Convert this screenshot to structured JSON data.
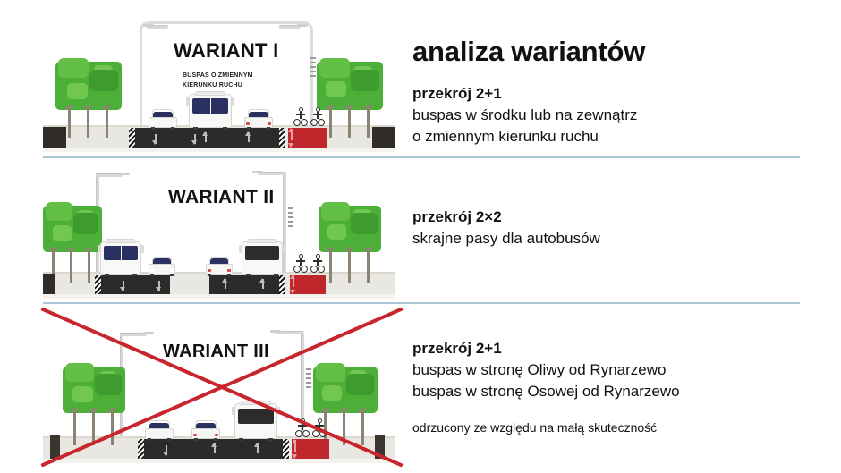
{
  "header": {
    "title": "analiza wariantów"
  },
  "divider_color": "#a9c4d2",
  "cross_color": "#c9252c",
  "variants": [
    {
      "label": "WARIANT I",
      "sub_line_1": "BUSPAS O ZMIENNYM",
      "sub_line_2": "KIERUNKU RUCHU",
      "heading": "przekrój 2+1",
      "lines": [
        "buspas w środku lub na zewnątrz",
        "o zmiennym kierunku ruchu"
      ],
      "note": "",
      "rejected": false
    },
    {
      "label": "WARIANT II",
      "sub_line_1": "",
      "sub_line_2": "",
      "heading": "przekrój 2×2",
      "lines": [
        "skrajne pasy dla autobusów"
      ],
      "note": "",
      "rejected": false
    },
    {
      "label": "WARIANT III",
      "sub_line_1": "",
      "sub_line_2": "",
      "heading": "przekrój 2+1",
      "lines": [
        "buspas w stronę Oliwy od Rynarzewo",
        "buspas w stronę Osowej od Rynarzewo"
      ],
      "note": "odrzucony ze względu na małą skuteczność",
      "rejected": true
    }
  ]
}
